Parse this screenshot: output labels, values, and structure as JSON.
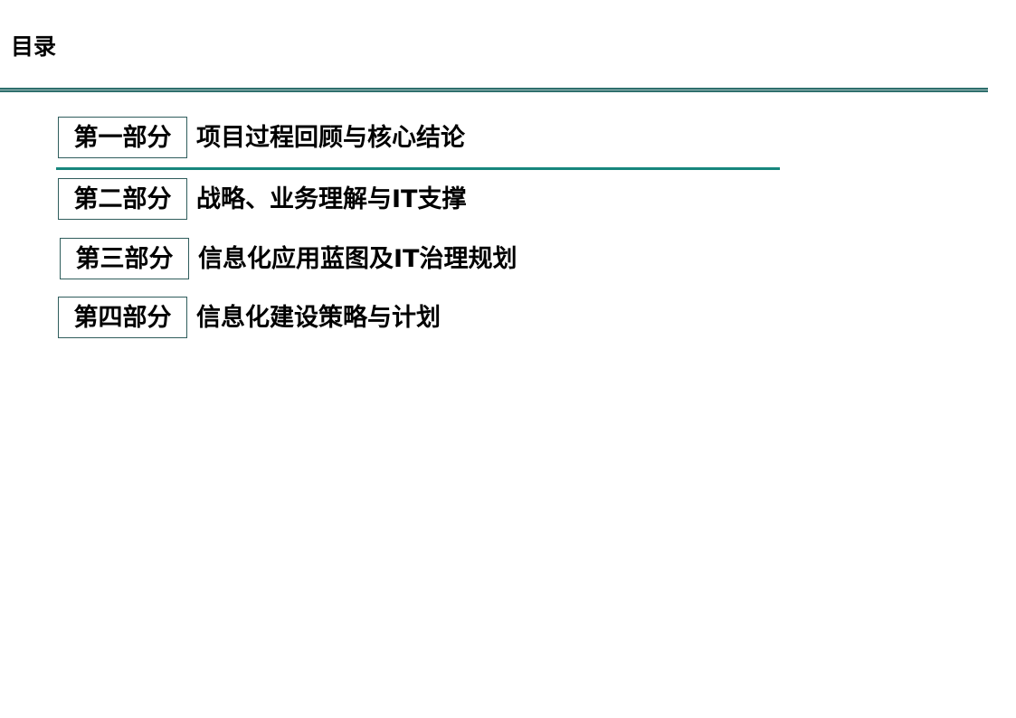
{
  "title": "目录",
  "toc": [
    {
      "part": "第一部分",
      "label": "项目过程回顾与核心结论"
    },
    {
      "part": "第二部分",
      "label": "战略、业务理解与IT支撑"
    },
    {
      "part": "第三部分",
      "label": "信息化应用蓝图及IT治理规划"
    },
    {
      "part": "第四部分",
      "label": "信息化建设策略与计划"
    }
  ],
  "colors": {
    "rule": "#2f6f6d",
    "active_underline": "#17867d",
    "box_border": "#2f5d5c"
  }
}
